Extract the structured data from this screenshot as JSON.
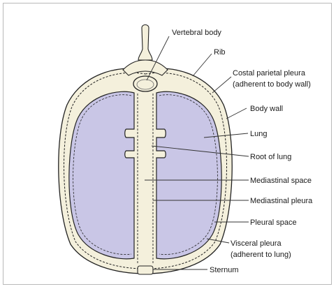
{
  "labels": {
    "vertebral_body": "Vertebral body",
    "rib": "Rib",
    "costal_parietal_pleura_1": "Costal parietal pleura",
    "costal_parietal_pleura_2": "(adherent to body wall)",
    "body_wall": "Body wall",
    "lung": "Lung",
    "root_of_lung": "Root of lung",
    "mediastinal_space": "Mediastinal space",
    "mediastinal_pleura": "Mediastinal pleura",
    "pleural_space": "Pleural space",
    "visceral_pleura_1": "Visceral pleura",
    "visceral_pleura_2": "(adherent to lung)",
    "sternum": "Sternum"
  },
  "colors": {
    "lung_fill": "#c9c6e6",
    "bone_fill": "#f4f0dc",
    "outline": "#222222",
    "leader_line": "#333333"
  }
}
